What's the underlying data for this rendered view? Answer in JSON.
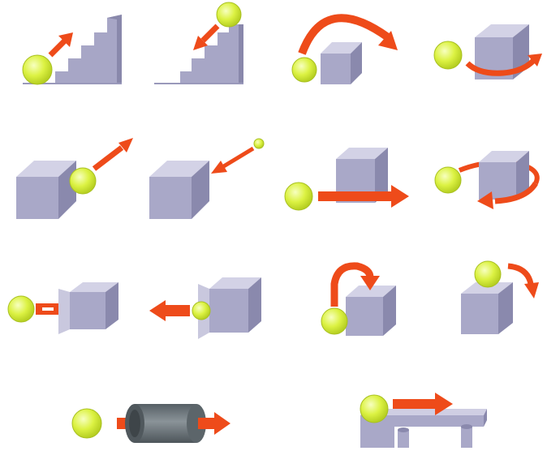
{
  "diagram": {
    "panels": [
      {
        "id": "ball-climb-stairs",
        "icon": "stairs-up-icon"
      },
      {
        "id": "ball-descend-stairs",
        "icon": "stairs-down-icon"
      },
      {
        "id": "ball-arc-over-cube",
        "icon": "arc-arrow-icon"
      },
      {
        "id": "ball-orbit-cube",
        "icon": "orbit-arrow-icon"
      },
      {
        "id": "ball-leave-cube",
        "icon": "arrow-out-icon"
      },
      {
        "id": "ball-approach-cube",
        "icon": "arrow-in-icon"
      },
      {
        "id": "ball-pass-through-cube",
        "icon": "arrow-through-icon"
      },
      {
        "id": "ball-circle-cube",
        "icon": "loop-arrow-icon"
      },
      {
        "id": "ball-enter-tunnel",
        "icon": "small-arrow-icon"
      },
      {
        "id": "ball-exit-tunnel",
        "icon": "left-arrow-icon"
      },
      {
        "id": "ball-loop-onto-cube",
        "icon": "curved-arrow-icon"
      },
      {
        "id": "ball-drop-off-cube",
        "icon": "drop-arrow-icon"
      },
      {
        "id": "ball-through-cylinder",
        "icon": "cylinder-arrow-icon"
      },
      {
        "id": "ball-across-bridge",
        "icon": "bridge-arrow-icon"
      }
    ],
    "colors": {
      "ball": "#d6ee3e",
      "ball_edge": "#a8c020",
      "arrow": "#ee4b1a",
      "cube_front": "#a9a8c8",
      "cube_top": "#d3d2e6",
      "cube_side": "#8a89ad",
      "cylinder": "#6f787e"
    }
  }
}
